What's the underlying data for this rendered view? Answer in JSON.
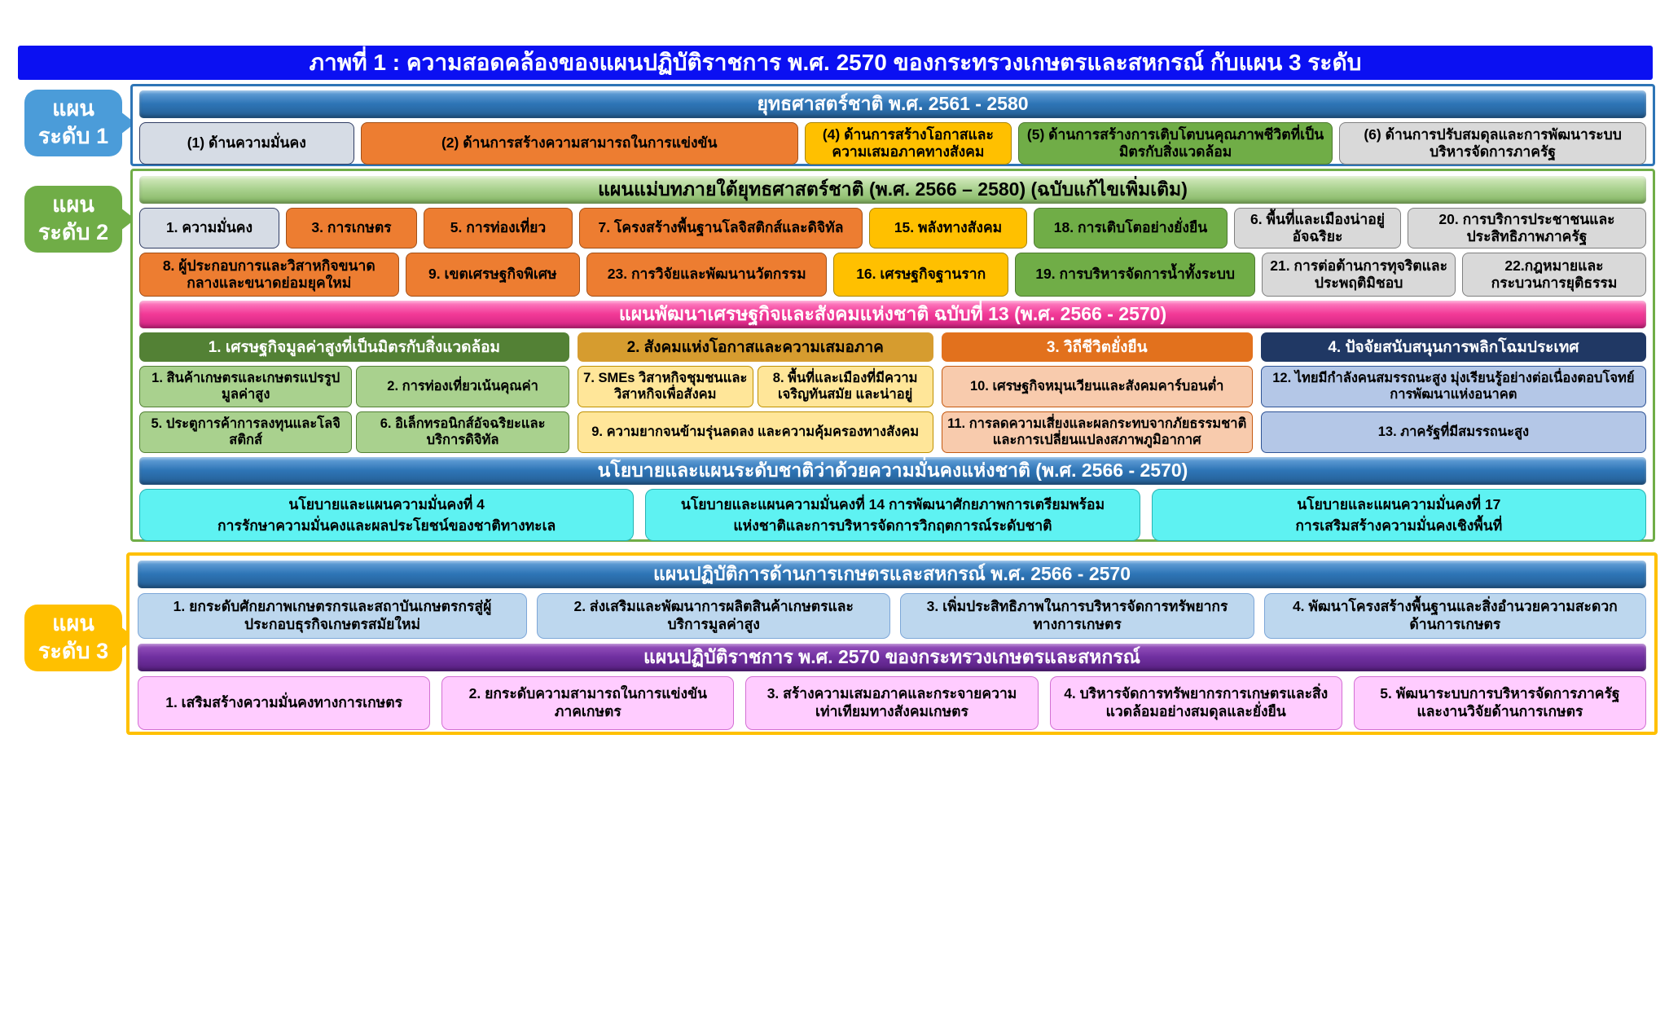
{
  "page": {
    "title": "ภาพที่ 1 : ความสอดคล้องของแผนปฏิบัติราชการ พ.ศ. 2570 ของกระทรวงเกษตรและสหกรณ์ กับแผน 3 ระดับ"
  },
  "tabs": {
    "level1": {
      "line1": "แผน",
      "line2": "ระดับ 1"
    },
    "level2": {
      "line1": "แผน",
      "line2": "ระดับ 2"
    },
    "level3": {
      "line1": "แผน",
      "line2": "ระดับ 3"
    }
  },
  "colors": {
    "title_bar": "#0b10f2",
    "level1_accent": "#2e75b6",
    "level2_accent": "#70ad47",
    "level3_accent": "#ffc000",
    "nesdp_banner_pink": "#f23a97",
    "moac_banner_purple": "#7030a0",
    "security_box_cyan": "#5ef2f2",
    "moac_box_pink": "#ffccff"
  },
  "level1": {
    "banner": "ยุทธศาสตร์ชาติ พ.ศ. 2561 - 2580",
    "boxes": [
      {
        "label": "(1) ด้านความมั่นคง"
      },
      {
        "label": "(2) ด้านการสร้างความสามารถในการแข่งขัน"
      },
      {
        "label": "(4) ด้านการสร้างโอกาสและความเสมอภาคทางสังคม"
      },
      {
        "label": "(5) ด้านการสร้างการเติบโตบนคุณภาพชีวิตที่เป็นมิตรกับสิ่งแวดล้อม"
      },
      {
        "label": "(6) ด้านการปรับสมดุลและการพัฒนาระบบบริหารจัดการภาครัฐ"
      }
    ]
  },
  "level2": {
    "masterplan_banner": "แผนแม่บทภายใต้ยุทธศาสตร์ชาติ (พ.ศ. 2566 – 2580) (ฉบับแก้ไขเพิ่มเติม)",
    "masterplan_row1": [
      {
        "label": "1. ความมั่นคง"
      },
      {
        "label": "3. การเกษตร"
      },
      {
        "label": "5. การท่องเที่ยว"
      },
      {
        "label": "7. โครงสร้างพื้นฐานโลจิสติกส์และดิจิทัล"
      },
      {
        "label": "15. พลังทางสังคม"
      },
      {
        "label": "18. การเติบโตอย่างยั่งยืน"
      },
      {
        "label": "6. พื้นที่และเมืองน่าอยู่อัจฉริยะ"
      },
      {
        "label": "20. การบริการประชาชนและประสิทธิภาพภาครัฐ"
      }
    ],
    "masterplan_row2": [
      {
        "label": "8. ผู้ประกอบการและวิสาหกิจขนาดกลางและขนาดย่อมยุคใหม่"
      },
      {
        "label": "9. เขตเศรษฐกิจพิเศษ"
      },
      {
        "label": "23. การวิจัยและพัฒนานวัตกรรม"
      },
      {
        "label": "16. เศรษฐกิจฐานราก"
      },
      {
        "label": "19. การบริหารจัดการน้ำทั้งระบบ"
      },
      {
        "label": "21. การต่อต้านการทุจริตและประพฤติมิชอบ"
      },
      {
        "label": "22.กฎหมายและกระบวนการยุติธรรม"
      }
    ],
    "nesdp_banner": "แผนพัฒนาเศรษฐกิจและสังคมแห่งชาติ ฉบับที่ 13 (พ.ศ. 2566 - 2570)",
    "nesdp_columns": [
      {
        "header": "1. เศรษฐกิจมูลค่าสูงที่เป็นมิตรกับสิ่งแวดล้อม",
        "cells": [
          "1. สินค้าเกษตรและเกษตรแปรรูปมูลค่าสูง",
          "2. การท่องเที่ยวเน้นคุณค่า",
          "5. ประตูการค้าการลงทุนและโลจิสติกส์",
          "6. อิเล็กทรอนิกส์อัจฉริยะและบริการดิจิทัล"
        ]
      },
      {
        "header": "2. สังคมแห่งโอกาสและความเสมอภาค",
        "cells": [
          "7. SMEs วิสาหกิจชุมชนและวิสาหกิจเพื่อสังคม",
          "8. พื้นที่และเมืองที่มีความเจริญทันสมัย และน่าอยู่",
          "9. ความยากจนข้ามรุ่นลดลง และความคุ้มครองทางสังคม"
        ]
      },
      {
        "header": "3. วิถีชีวิตยั่งยืน",
        "cells": [
          "10. เศรษฐกิจหมุนเวียนและสังคมคาร์บอนต่ำ",
          "11. การลดความเสี่ยงและผลกระทบจากภัยธรรมชาติและการเปลี่ยนแปลงสภาพภูมิอากาศ"
        ]
      },
      {
        "header": "4. ปัจจัยสนับสนุนการพลิกโฉมประเทศ",
        "cells": [
          "12. ไทยมีกำลังคนสมรรถนะสูง มุ่งเรียนรู้อย่างต่อเนื่องตอบโจทย์การพัฒนาแห่งอนาคต",
          "13. ภาครัฐที่มีสมรรถนะสูง"
        ]
      }
    ],
    "security_banner": "นโยบายและแผนระดับชาติว่าด้วยความมั่นคงแห่งชาติ (พ.ศ. 2566 - 2570)",
    "security_boxes": [
      {
        "line1": "นโยบายและแผนความมั่นคงที่ 4",
        "line2": "การรักษาความมั่นคงและผลประโยชน์ของชาติทางทะเล"
      },
      {
        "line1": "นโยบายและแผนความมั่นคงที่ 14 การพัฒนาศักยภาพการเตรียมพร้อม",
        "line2": "แห่งชาติและการบริหารจัดการวิกฤตการณ์ระดับชาติ"
      },
      {
        "line1": "นโยบายและแผนความมั่นคงที่ 17",
        "line2": "การเสริมสร้างความมั่นคงเชิงพื้นที่"
      }
    ]
  },
  "level3": {
    "agri_banner": "แผนปฏิบัติการด้านการเกษตรและสหกรณ์ พ.ศ. 2566 - 2570",
    "agri_boxes": [
      {
        "label": "1. ยกระดับศักยภาพเกษตรกรและสถาบันเกษตรกรสู่ผู้ประกอบธุรกิจเกษตรสมัยใหม่"
      },
      {
        "label": "2. ส่งเสริมและพัฒนาการผลิตสินค้าเกษตรและบริการมูลค่าสูง"
      },
      {
        "label": "3. เพิ่มประสิทธิภาพในการบริหารจัดการทรัพยากรทางการเกษตร"
      },
      {
        "label": "4. พัฒนาโครงสร้างพื้นฐานและสิ่งอำนวยความสะดวกด้านการเกษตร"
      }
    ],
    "moac_banner": "แผนปฏิบัติราชการ พ.ศ. 2570 ของกระทรวงเกษตรและสหกรณ์",
    "moac_boxes": [
      {
        "label": "1. เสริมสร้างความมั่นคงทางการเกษตร"
      },
      {
        "label": "2. ยกระดับความสามารถในการแข่งขันภาคเกษตร"
      },
      {
        "label": "3. สร้างความเสมอภาคและกระจายความเท่าเทียมทางสังคมเกษตร"
      },
      {
        "label": "4. บริหารจัดการทรัพยากรการเกษตรและสิ่งแวดล้อมอย่างสมดุลและยั่งยืน"
      },
      {
        "label": "5. พัฒนาระบบการบริหารจัดการภาครัฐและงานวิจัยด้านการเกษตร"
      }
    ]
  }
}
